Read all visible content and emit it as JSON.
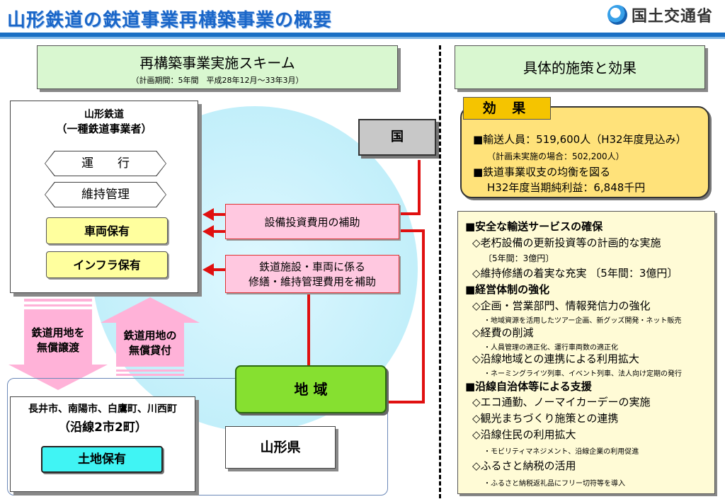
{
  "header": {
    "title": "山形鉄道の鉄道事業再構築事業の概要",
    "ministry": "国土交通省"
  },
  "scheme": {
    "title": "再構築事業実施スキーム",
    "period": "（計画期間：5年間　平成28年12月～33年3月）",
    "railway_name": "山形鉄道",
    "railway_type": "（一種鉄道事業者）",
    "roles": [
      "運　　行",
      "維持管理"
    ],
    "ownership": [
      "車両保有",
      "インフラ保有"
    ],
    "kuni": "国",
    "subsidy1": "設備投資費用の補助",
    "subsidy2_line1": "鉄道施設・車両に係る",
    "subsidy2_line2": "修繕・維持管理費用を補助",
    "transfer_line1": "鉄道用地を",
    "transfer_line2": "無償譲渡",
    "lease_line1": "鉄道用地の",
    "lease_line2": "無償貸付",
    "chiiki": "地 域",
    "cities_line1": "長井市、南陽市、白鷹町、川西町",
    "cities_line2": "（沿線2市2町）",
    "land": "土地保有",
    "prefecture": "山形県"
  },
  "effects": {
    "title": "具体的施策と効果",
    "badge": "効 果",
    "lines": [
      "■輸送人員：519,600人（H32年度見込み）",
      "（計画未実施の場合：502,200人）",
      "■鉄道事業収支の均衡を図る",
      "H32年度当期純利益：6,848千円"
    ]
  },
  "measures": {
    "items": [
      {
        "style": "h",
        "text": "■安全な輸送サービスの確保"
      },
      {
        "style": "i",
        "text": "◇老朽設備の更新投資等の計画的な実施"
      },
      {
        "style": "n",
        "text": "〔5年間：3億円〕"
      },
      {
        "style": "i",
        "text": "◇維持修繕の着実な充実 〔5年間：3億円〕"
      },
      {
        "style": "h",
        "text": "■経営体制の強化"
      },
      {
        "style": "i",
        "text": "◇企画・営業部門、情報発信力の強化"
      },
      {
        "style": "s",
        "text": "・地域資源を活用したツアー企画、新グッズ開発・ネット販売"
      },
      {
        "style": "i",
        "text": "◇経費の削減"
      },
      {
        "style": "s",
        "text": "・人員管理の適正化、運行車両数の適正化"
      },
      {
        "style": "i",
        "text": "◇沿線地域との連携による利用拡大"
      },
      {
        "style": "s",
        "text": "・ネーミングライツ列車、イベント列車、法人向け定期の発行"
      },
      {
        "style": "h",
        "text": "■沿線自治体等による支援"
      },
      {
        "style": "i",
        "text": "◇エコ通勤、ノーマイカーデーの実施"
      },
      {
        "style": "i",
        "text": "◇観光まちづくり施策との連携"
      },
      {
        "style": "i",
        "text": "◇沿線住民の利用拡大"
      },
      {
        "style": "s",
        "text": "・モビリティマネジメント、沿線企業の利用促進"
      },
      {
        "style": "i",
        "text": "◇ふるさと納税の活用"
      },
      {
        "style": "s",
        "text": "・ふるさと納税返礼品にフリー切符等を導入"
      }
    ]
  }
}
